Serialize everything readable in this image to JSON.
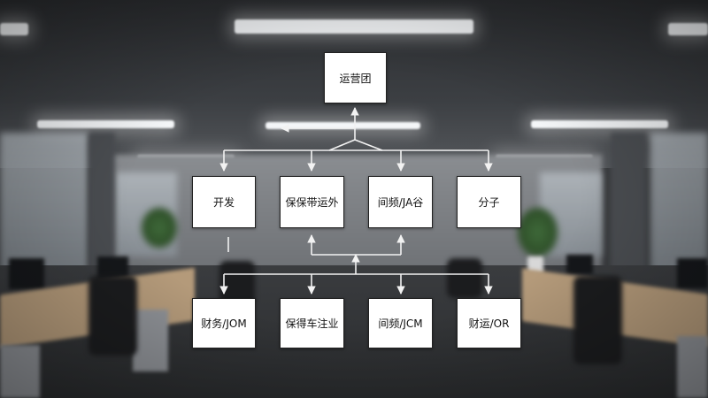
{
  "diagram": {
    "root": {
      "label": "运营团"
    },
    "tier1": [
      {
        "label": "开发"
      },
      {
        "label": "保保带运外"
      },
      {
        "label": "间频/JA谷"
      },
      {
        "label": "分子"
      }
    ],
    "tier2": [
      {
        "label": "财务/JOM"
      },
      {
        "label": "保得车注业"
      },
      {
        "label": "间频/JCM"
      },
      {
        "label": "财运/OR"
      }
    ]
  },
  "colors": {
    "box_fill": "#ffffff",
    "box_border": "#222222",
    "connector": "#f2f2f2"
  }
}
